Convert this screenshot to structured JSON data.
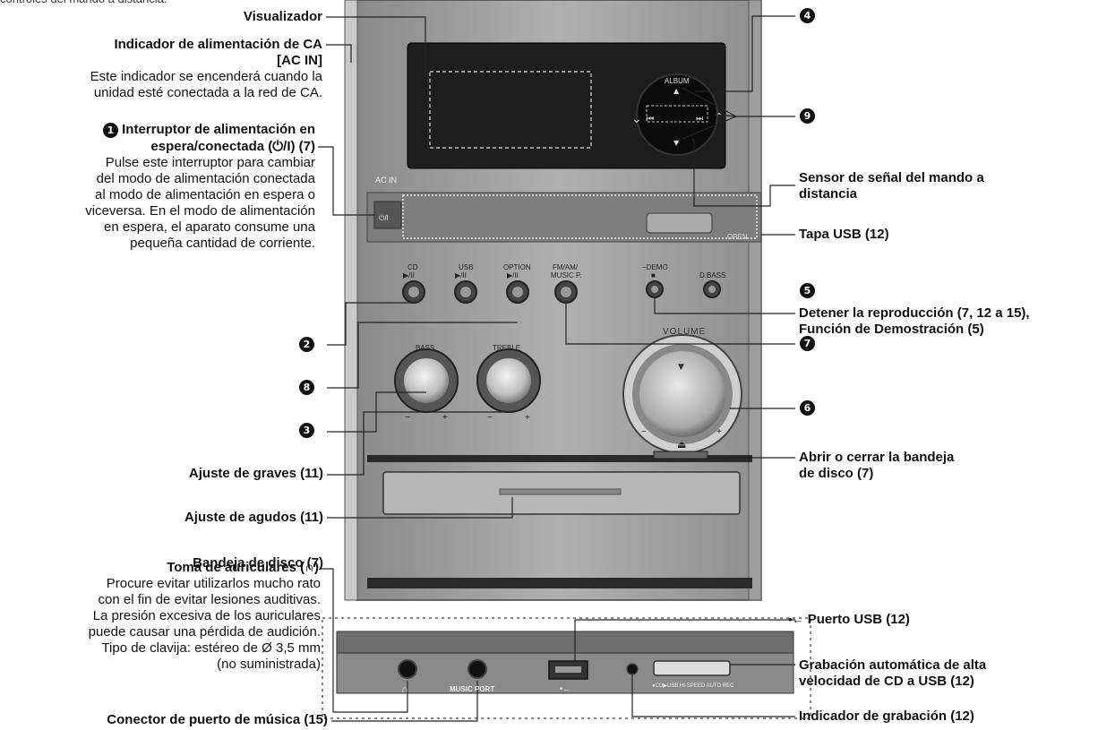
{
  "top_fragment": "controles del mando a distancia.",
  "labels": {
    "visualizador": "Visualizador",
    "ac_title": "Indicador de alimentación de CA",
    "ac_tag": "[AC IN]",
    "ac_desc1": "Este indicador se encenderá cuando la",
    "ac_desc2": "unidad esté conectada a la red de CA.",
    "sw_title1": "Interruptor de alimentación en",
    "sw_title2": "espera/conectada (⏻/I) (7)",
    "sw_desc1": "Pulse este interruptor para cambiar",
    "sw_desc2": "del modo de alimentación conectada",
    "sw_desc3": "al modo de alimentación en espera o",
    "sw_desc4": "viceversa. En el modo de alimentación",
    "sw_desc5": "en espera, el aparato consume una",
    "sw_desc6": "pequeña cantidad de corriente.",
    "graves": "Ajuste de graves (11)",
    "agudos": "Ajuste de agudos (11)",
    "bandeja": "Bandeja de disco (7)",
    "toma_title": "Toma de auriculares (∩)",
    "toma_desc1": "Procure evitar utilizarlos mucho rato",
    "toma_desc2": "con el fin de evitar lesiones auditivas.",
    "toma_desc3": "La presión excesiva de los auriculares",
    "toma_desc4": "puede causar una pérdida de audición.",
    "toma_desc5": "Tipo de clavija: estéreo de Ø 3,5 mm",
    "toma_desc6": "(no suministrada)",
    "conector": "Conector de puerto de música (15)",
    "sensor1": "Sensor de señal del mando a",
    "sensor2": "distancia",
    "tapa": "Tapa USB (12)",
    "detener1": "Detener la reproducción (7, 12 a 15),",
    "detener2": "Función de Demostración (5)",
    "abrir1": "Abrir o cerrar la bandeja",
    "abrir2": "de disco (7)",
    "puerto": "Puerto USB (12)",
    "grab1": "Grabación automática de alta",
    "grab2": "velocidad de CD a USB (12)",
    "indicador_grab": "Indicador de grabación (12)"
  },
  "numbers": {
    "n1": "1",
    "n2": "2",
    "n3": "3",
    "n4": "4",
    "n5": "5",
    "n6": "6",
    "n7": "7",
    "n8": "8",
    "n9": "9"
  },
  "device": {
    "ac_in": "AC IN",
    "album": "ALBUM",
    "power_btn": "⏻/I",
    "open": "OPEN",
    "cd": "CD",
    "usb": "USB",
    "option": "OPTION",
    "fm_am": "FM/AM/",
    "music_p": "MUSIC P.",
    "play_pause": "▶/II",
    "demo": "−DEMO",
    "stop": "■",
    "dbass": "D.BASS",
    "volume": "VOLUME",
    "bass": "BASS",
    "treble": "TREBLE",
    "minus": "−",
    "plus": "+",
    "eject": "⏏",
    "music_port": "MUSIC PORT",
    "headphone": "∩",
    "usb_symbol": "•←",
    "rec_strip": "●CD▶USB HI-SPEED AUTO REC"
  }
}
